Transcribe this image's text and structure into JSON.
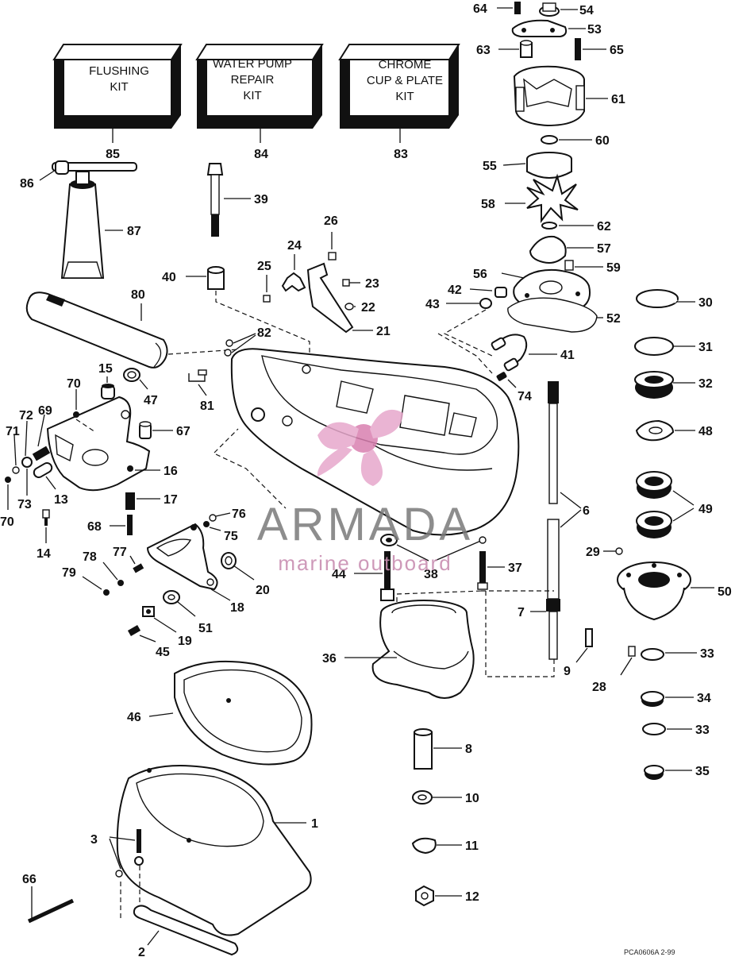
{
  "kits": [
    {
      "lines": [
        "FLUSHING",
        "KIT"
      ],
      "number": "85"
    },
    {
      "lines": [
        "WATER PUMP",
        "REPAIR",
        "KIT"
      ],
      "number": "84"
    },
    {
      "lines": [
        "CHROME",
        "CUP & PLATE",
        "KIT"
      ],
      "number": "83"
    }
  ],
  "callouts": {
    "c1": "1",
    "c2": "2",
    "c3": "3",
    "c6": "6",
    "c7": "7",
    "c8": "8",
    "c9": "9",
    "c10": "10",
    "c11": "11",
    "c12": "12",
    "c13": "13",
    "c14": "14",
    "c15": "15",
    "c16": "16",
    "c17": "17",
    "c18": "18",
    "c19": "19",
    "c20": "20",
    "c21": "21",
    "c22": "22",
    "c23": "23",
    "c24": "24",
    "c25": "25",
    "c26": "26",
    "c28": "28",
    "c29": "29",
    "c30": "30",
    "c31": "31",
    "c32": "32",
    "c33a": "33",
    "c33b": "33",
    "c34": "34",
    "c35": "35",
    "c36": "36",
    "c37": "37",
    "c38": "38",
    "c39": "39",
    "c40": "40",
    "c41": "41",
    "c42": "42",
    "c43": "43",
    "c44": "44",
    "c45": "45",
    "c46": "46",
    "c47": "47",
    "c48": "48",
    "c49": "49",
    "c50": "50",
    "c51": "51",
    "c52": "52",
    "c53": "53",
    "c54": "54",
    "c55": "55",
    "c56": "56",
    "c57": "57",
    "c58": "58",
    "c59": "59",
    "c60": "60",
    "c61": "61",
    "c62": "62",
    "c63": "63",
    "c64": "64",
    "c65": "65",
    "c66": "66",
    "c67": "67",
    "c68": "68",
    "c69": "69",
    "c70a": "70",
    "c70b": "70",
    "c71": "71",
    "c72": "72",
    "c73": "73",
    "c74": "74",
    "c75": "75",
    "c76": "76",
    "c77": "77",
    "c78": "78",
    "c79": "79",
    "c80": "80",
    "c81": "81",
    "c82": "82",
    "c86": "86",
    "c87": "87"
  },
  "watermark": {
    "brand": "ARMADA",
    "tagline": "marine outboard"
  },
  "drawing_code": "PCA0606A   2-99"
}
